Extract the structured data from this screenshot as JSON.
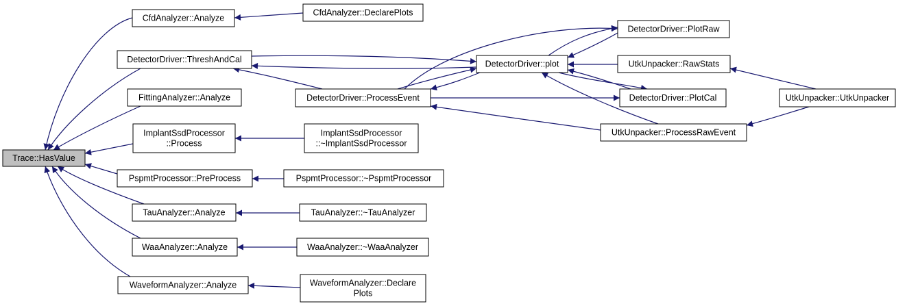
{
  "graph": {
    "edge_color": "#191970",
    "root_fill": "#bfbfbf",
    "nodes": {
      "hasvalue": [
        "Trace::HasValue"
      ],
      "cfd_analyze": [
        "CfdAnalyzer::Analyze"
      ],
      "cfd_declare": [
        "CfdAnalyzer::DeclarePlots"
      ],
      "dd_thresh": [
        "DetectorDriver::ThreshAndCal"
      ],
      "fit_analyze": [
        "FittingAnalyzer::Analyze"
      ],
      "implant_process": [
        "ImplantSsdProcessor",
        "::Process"
      ],
      "implant_dtor": [
        "ImplantSsdProcessor",
        "::~ImplantSsdProcessor"
      ],
      "pspmt_pre": [
        "PspmtProcessor::PreProcess"
      ],
      "pspmt_dtor": [
        "PspmtProcessor::~PspmtProcessor"
      ],
      "tau_analyze": [
        "TauAnalyzer::Analyze"
      ],
      "tau_dtor": [
        "TauAnalyzer::~TauAnalyzer"
      ],
      "waa_analyze": [
        "WaaAnalyzer::Analyze"
      ],
      "waa_dtor": [
        "WaaAnalyzer::~WaaAnalyzer"
      ],
      "wf_analyze": [
        "WaveformAnalyzer::Analyze"
      ],
      "wf_declare": [
        "WaveformAnalyzer::Declare",
        "Plots"
      ],
      "dd_process": [
        "DetectorDriver::ProcessEvent"
      ],
      "dd_plot": [
        "DetectorDriver::plot"
      ],
      "dd_plotraw": [
        "DetectorDriver::PlotRaw"
      ],
      "utk_rawstats": [
        "UtkUnpacker::RawStats"
      ],
      "dd_plotcal": [
        "DetectorDriver::PlotCal"
      ],
      "utk_processraw": [
        "UtkUnpacker::ProcessRawEvent"
      ],
      "utk_ctor": [
        "UtkUnpacker::UtkUnpacker"
      ]
    },
    "edges": [
      [
        "cfd_analyze",
        "hasvalue"
      ],
      [
        "dd_thresh",
        "hasvalue"
      ],
      [
        "fit_analyze",
        "hasvalue"
      ],
      [
        "implant_process",
        "hasvalue"
      ],
      [
        "pspmt_pre",
        "hasvalue"
      ],
      [
        "tau_analyze",
        "hasvalue"
      ],
      [
        "waa_analyze",
        "hasvalue"
      ],
      [
        "wf_analyze",
        "hasvalue"
      ],
      [
        "cfd_declare",
        "cfd_analyze"
      ],
      [
        "implant_dtor",
        "implant_process"
      ],
      [
        "pspmt_dtor",
        "pspmt_pre"
      ],
      [
        "tau_dtor",
        "tau_analyze"
      ],
      [
        "waa_dtor",
        "waa_analyze"
      ],
      [
        "wf_declare",
        "wf_analyze"
      ],
      [
        "dd_plot",
        "dd_thresh"
      ],
      [
        "dd_process",
        "dd_thresh"
      ],
      [
        "dd_thresh",
        "dd_plot"
      ],
      [
        "dd_process",
        "dd_plot"
      ],
      [
        "dd_plot",
        "dd_process"
      ],
      [
        "dd_plotraw",
        "dd_plot"
      ],
      [
        "dd_plot",
        "dd_plotraw"
      ],
      [
        "dd_process",
        "dd_plotraw"
      ],
      [
        "utk_rawstats",
        "dd_plot"
      ],
      [
        "dd_plotcal",
        "dd_plot"
      ],
      [
        "dd_plot",
        "dd_plotcal"
      ],
      [
        "dd_process",
        "dd_plotcal"
      ],
      [
        "utk_processraw",
        "dd_plot"
      ],
      [
        "utk_processraw",
        "dd_process"
      ],
      [
        "utk_ctor",
        "utk_rawstats"
      ],
      [
        "utk_ctor",
        "utk_processraw"
      ]
    ]
  }
}
